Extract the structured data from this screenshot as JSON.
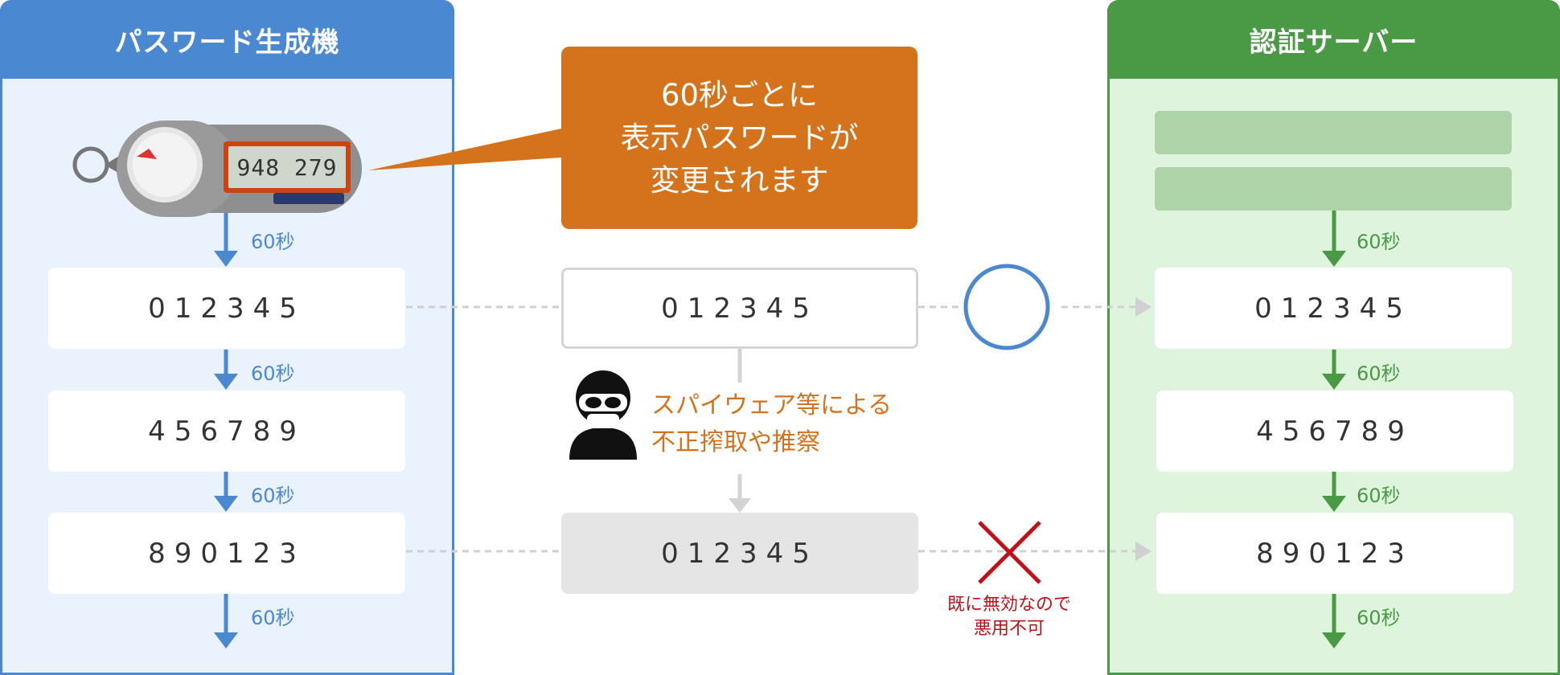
{
  "left_panel": {
    "title": "パスワード生成機",
    "token_display": "948 279",
    "codes": [
      "012345",
      "456789",
      "890123"
    ],
    "interval_label": "60秒"
  },
  "callout": {
    "lines": [
      "60秒ごとに",
      "表示パスワードが",
      "変更されます"
    ]
  },
  "middle": {
    "stolen_code_top": "012345",
    "stolen_code_bottom": "012345",
    "spy_lines": [
      "スパイウェア等による",
      "不正搾取や推察"
    ],
    "invalid_lines": [
      "既に無効なので",
      "悪用不可"
    ]
  },
  "right_panel": {
    "title": "認証サーバー",
    "codes": [
      "012345",
      "456789",
      "890123"
    ],
    "interval_label": "60秒"
  },
  "colors": {
    "blue": "#4a88d2",
    "green": "#4a9a45",
    "orange": "#d4731b",
    "red": "#c0101a"
  }
}
